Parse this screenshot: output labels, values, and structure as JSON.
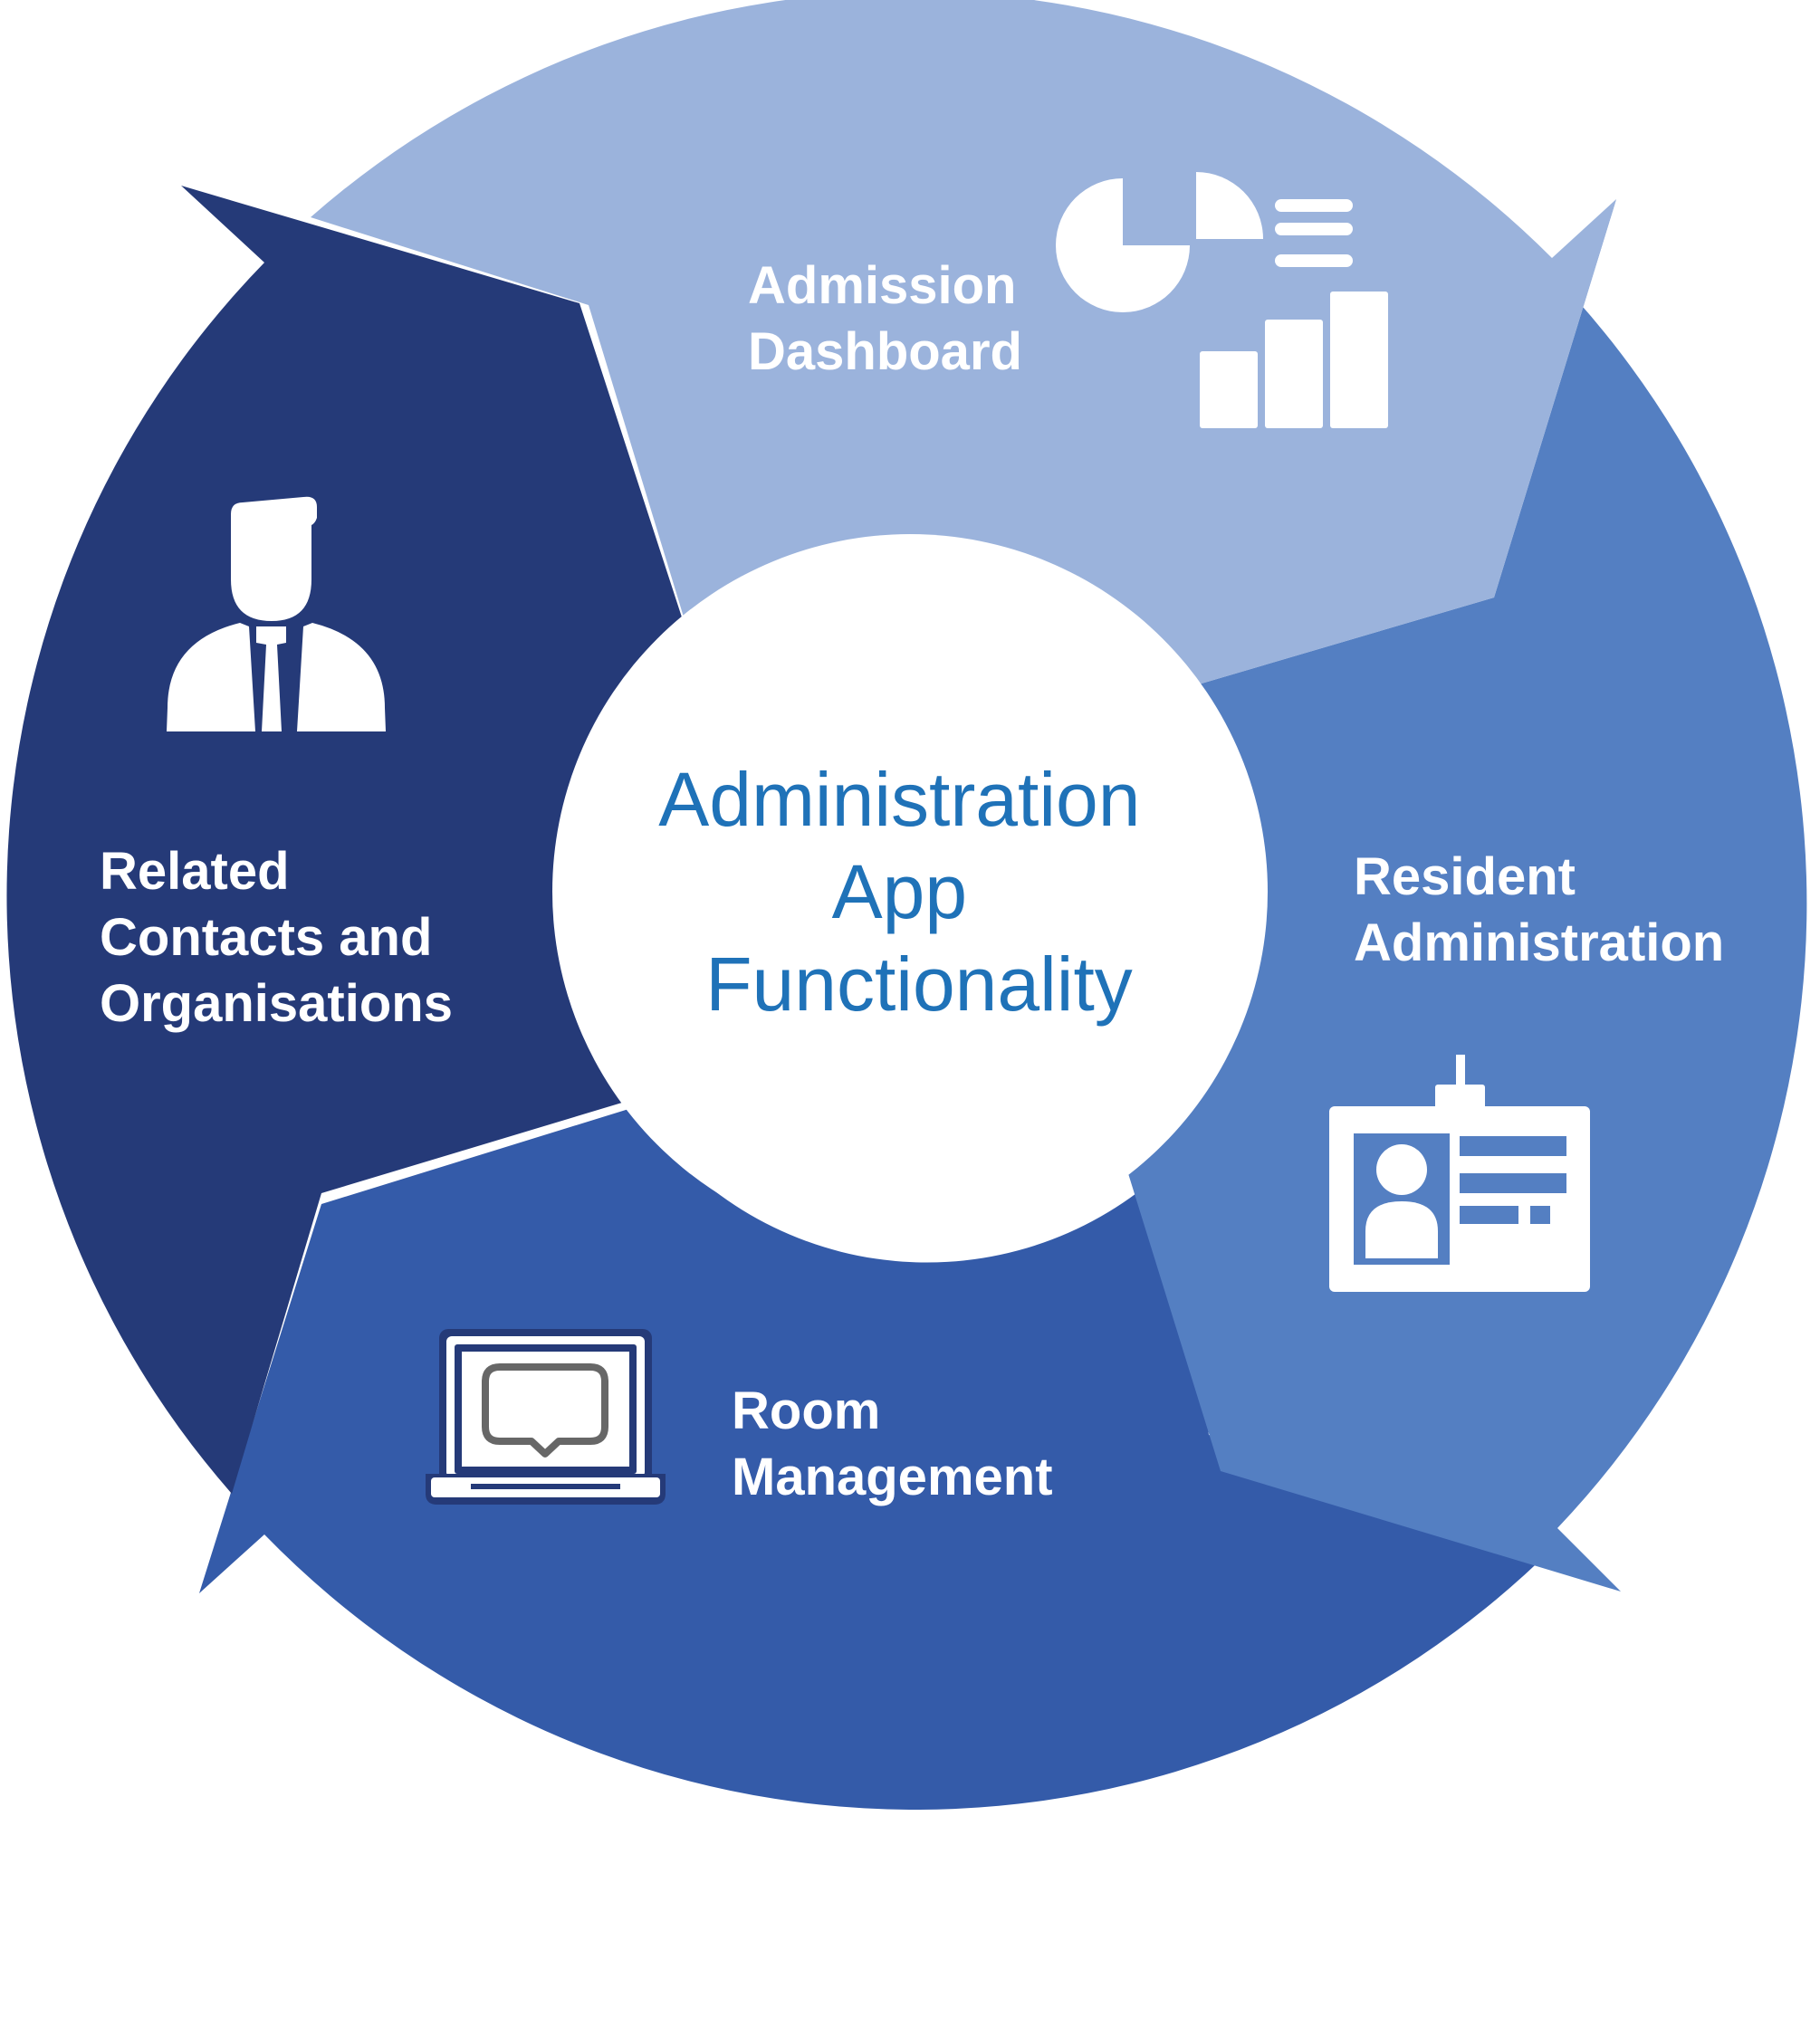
{
  "center": {
    "lines": [
      "Administration",
      "App",
      "Functionality"
    ]
  },
  "segments": [
    {
      "id": "admission-dashboard",
      "lines": [
        "Admission",
        "Dashboard"
      ],
      "icon": "dashboard-chart-icon",
      "color": "#9bb3dc"
    },
    {
      "id": "resident-administration",
      "lines": [
        "Resident",
        "Administration"
      ],
      "icon": "id-badge-icon",
      "color": "#547fc2"
    },
    {
      "id": "room-management",
      "lines": [
        "Room",
        "Management"
      ],
      "icon": "laptop-chat-icon",
      "color": "#345ba9"
    },
    {
      "id": "related-contacts",
      "lines": [
        "Related",
        "Contacts and",
        "Organisations"
      ],
      "icon": "businessman-icon",
      "color": "#253a78"
    }
  ],
  "colors": {
    "center_text": "#1f72b8",
    "segment_text": "#ffffff",
    "background": "#ffffff"
  }
}
